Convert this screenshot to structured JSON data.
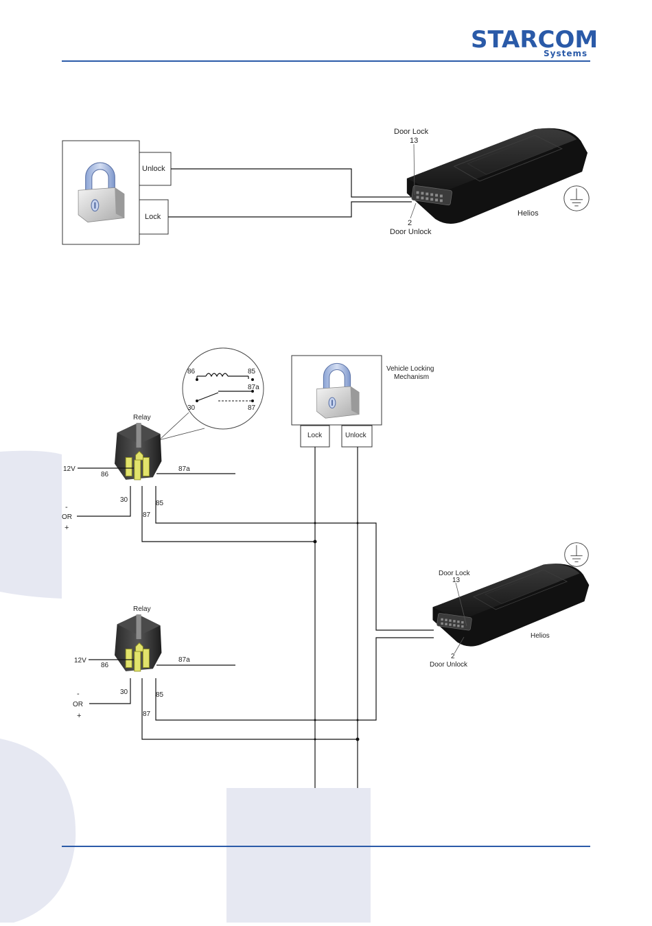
{
  "header": {
    "logo_main": "STARCOM",
    "logo_sub": "Systems",
    "accent_color": "#2a5aa8",
    "rule_color": "#2a5aa8"
  },
  "diagram1": {
    "device_label": "Helios",
    "door_lock_label": "Door Lock",
    "door_lock_pin": "13",
    "door_unlock_pin": "2",
    "door_unlock_label": "Door Unlock",
    "unlock_label": "Unlock",
    "lock_label": "Lock"
  },
  "diagram2": {
    "mechanism_title_line1": "Vehicle Locking",
    "mechanism_title_line2": "Mechanism",
    "lock_label": "Lock",
    "unlock_label": "Unlock",
    "relay_label": "Relay",
    "pin_86": "86",
    "pin_85": "85",
    "pin_87a": "87a",
    "pin_87": "87",
    "pin_30": "30",
    "v12": "12V",
    "minus": "-",
    "or": "OR",
    "plus": "+",
    "device_label": "Helios",
    "door_lock_label": "Door Lock",
    "door_lock_pin": "13",
    "door_unlock_pin": "2",
    "door_unlock_label": "Door Unlock"
  },
  "icons": [
    "padlock-icon",
    "ground-icon",
    "relay-icon",
    "helios-device-icon",
    "coil-icon"
  ]
}
